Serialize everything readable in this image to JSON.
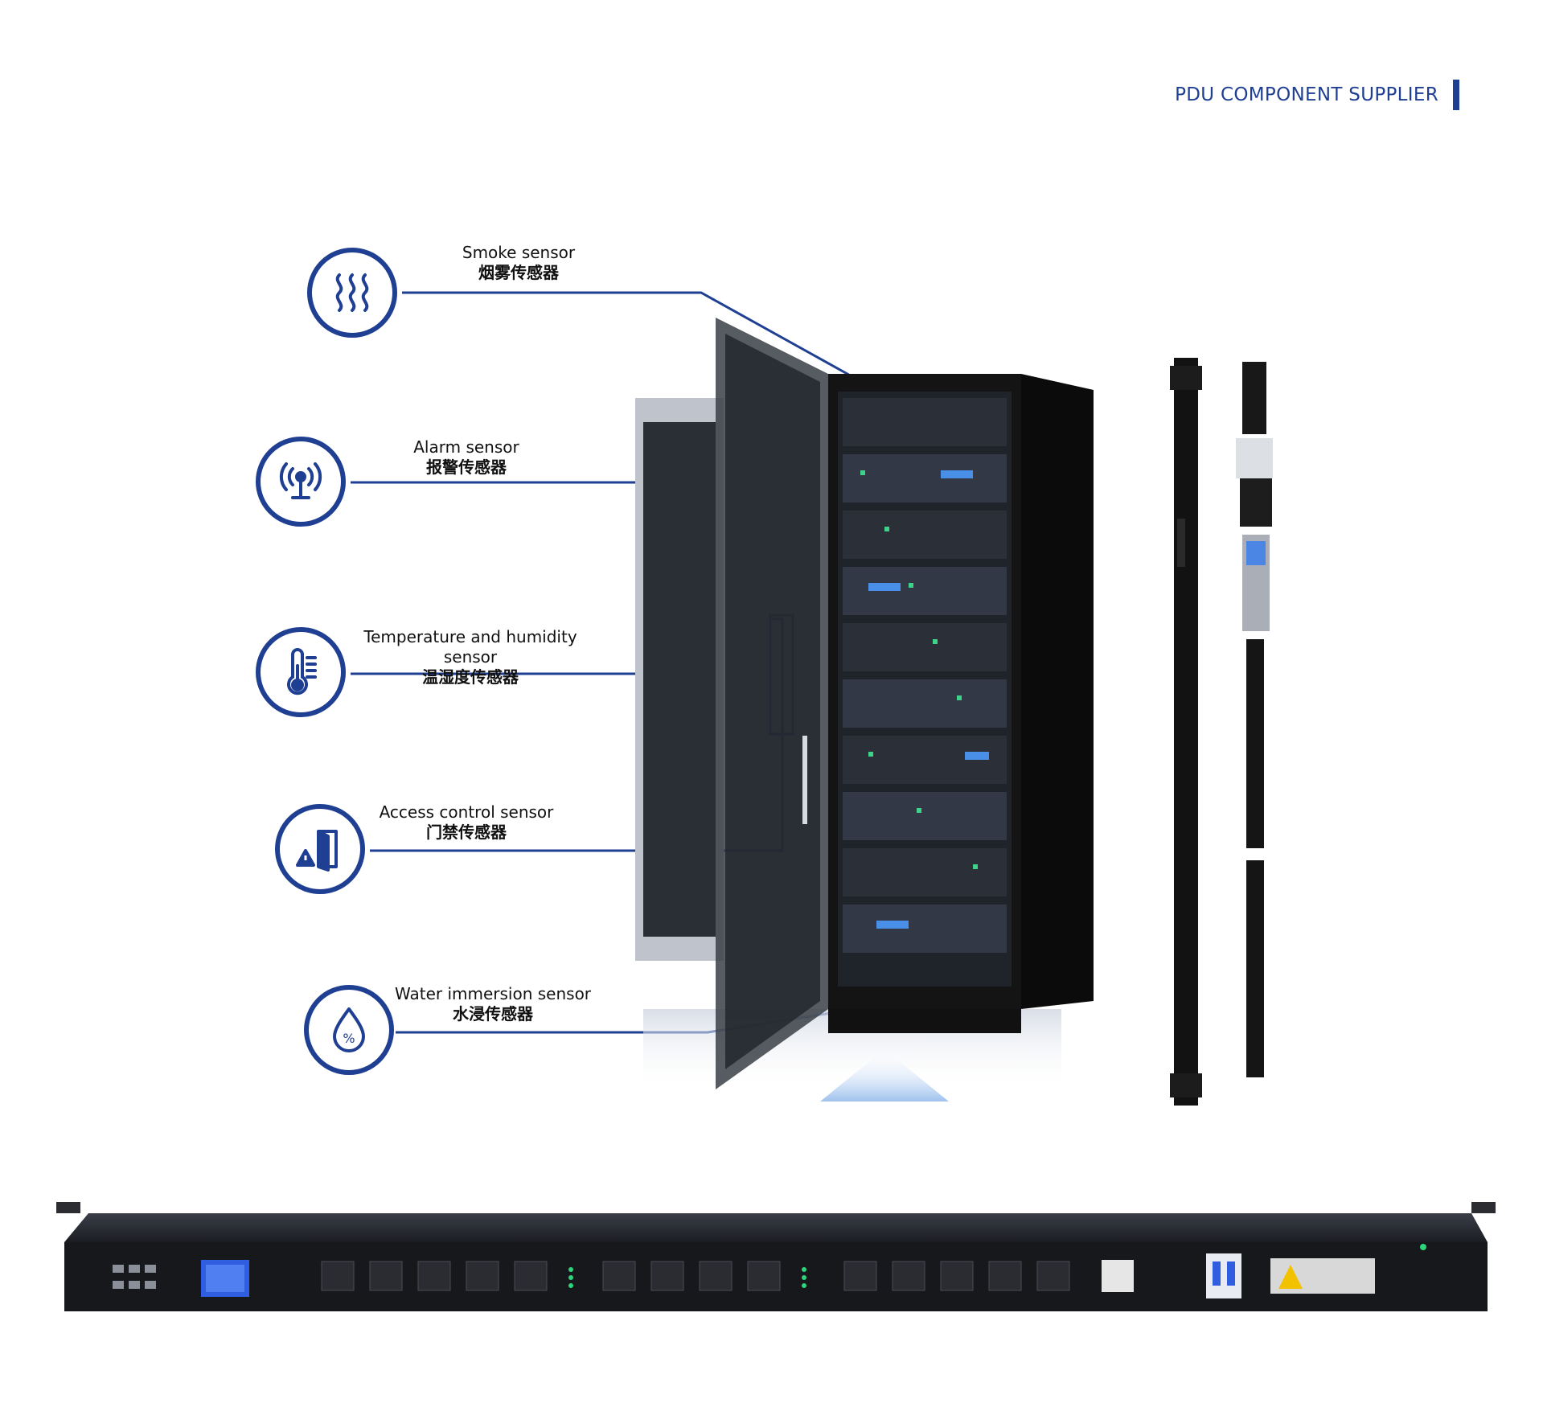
{
  "header": {
    "brand_text": "PDU COMPONENT SUPPLIER"
  },
  "sensors": [
    {
      "id": "smoke",
      "label_en": "Smoke sensor",
      "label_zh": "烟雾传感器",
      "icon": "smoke-icon"
    },
    {
      "id": "alarm",
      "label_en": "Alarm sensor",
      "label_zh": "报警传感器",
      "icon": "alarm-signal-icon"
    },
    {
      "id": "temperature",
      "label_en": "Temperature and humidity sensor",
      "label_zh": "温湿度传感器",
      "icon": "thermometer-icon"
    },
    {
      "id": "access",
      "label_en": "Access control sensor",
      "label_zh": "门禁传感器",
      "icon": "door-warning-icon"
    },
    {
      "id": "water",
      "label_en": "Water immersion sensor",
      "label_zh": "水浸传感器",
      "icon": "water-drop-icon",
      "drop_text": "%"
    }
  ],
  "colors": {
    "accent": "#1f3f93",
    "cabinet": "#141414",
    "pdu_body": "#1a1a1c",
    "screen": "#2f5fe0"
  }
}
